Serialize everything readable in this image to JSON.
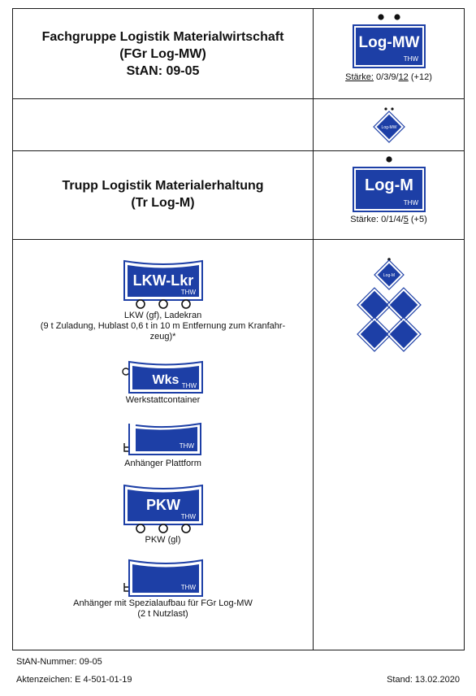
{
  "rows": {
    "fgr": {
      "title_line1": "Fachgruppe Logistik Materialwirtschaft",
      "title_line2": "(FGr Log-MW)",
      "title_line3": "StAN: 09-05",
      "symbol_text": "Log-MW",
      "symbol_sub": "THW",
      "strength_label": "Stärke:",
      "strength_pre": " 0/3/9/",
      "strength_underlined": "12",
      "strength_post": " (+12)"
    },
    "small_symbol_text": "Log-MW",
    "trupp": {
      "title_line1": "Trupp Logistik Materialerhaltung",
      "title_line2": "(Tr Log-M)",
      "symbol_text": "Log-M",
      "symbol_sub": "THW",
      "strength_label": "Stärke: 0/1/4/",
      "strength_underlined": "5",
      "strength_post": " (+5)"
    },
    "vehicles": {
      "lkw": {
        "symbol_text": "LKW-Lkr",
        "symbol_sub": "THW",
        "caption": "LKW (gf), Ladekran",
        "caption2": "(9 t Zuladung, Hublast 0,6 t in 10 m Entfernung zum Kranfahr-",
        "caption3": "zeug)*"
      },
      "wks": {
        "symbol_text": "Wks",
        "symbol_sub": "THW",
        "caption": "Werkstattcontainer"
      },
      "anh": {
        "symbol_sub": "THW",
        "caption": "Anhänger Plattform"
      },
      "pkw": {
        "symbol_text": "PKW",
        "symbol_sub": "THW",
        "caption": "PKW (gl)"
      },
      "spez": {
        "symbol_sub": "THW",
        "caption": "Anhänger mit Spezialaufbau für FGr Log-MW",
        "caption2": "(2 t Nutzlast)"
      }
    },
    "tactical_diamond_text": "Log-M"
  },
  "footer": {
    "stan": "StAN-Nummer: 09-05",
    "aktenzeichen": "Aktenzeichen: E 4-501-01-19",
    "stand": "Stand: 13.02.2020"
  },
  "colors": {
    "thw_blue": "#1d3fa6",
    "border": "#1a1a1a"
  }
}
